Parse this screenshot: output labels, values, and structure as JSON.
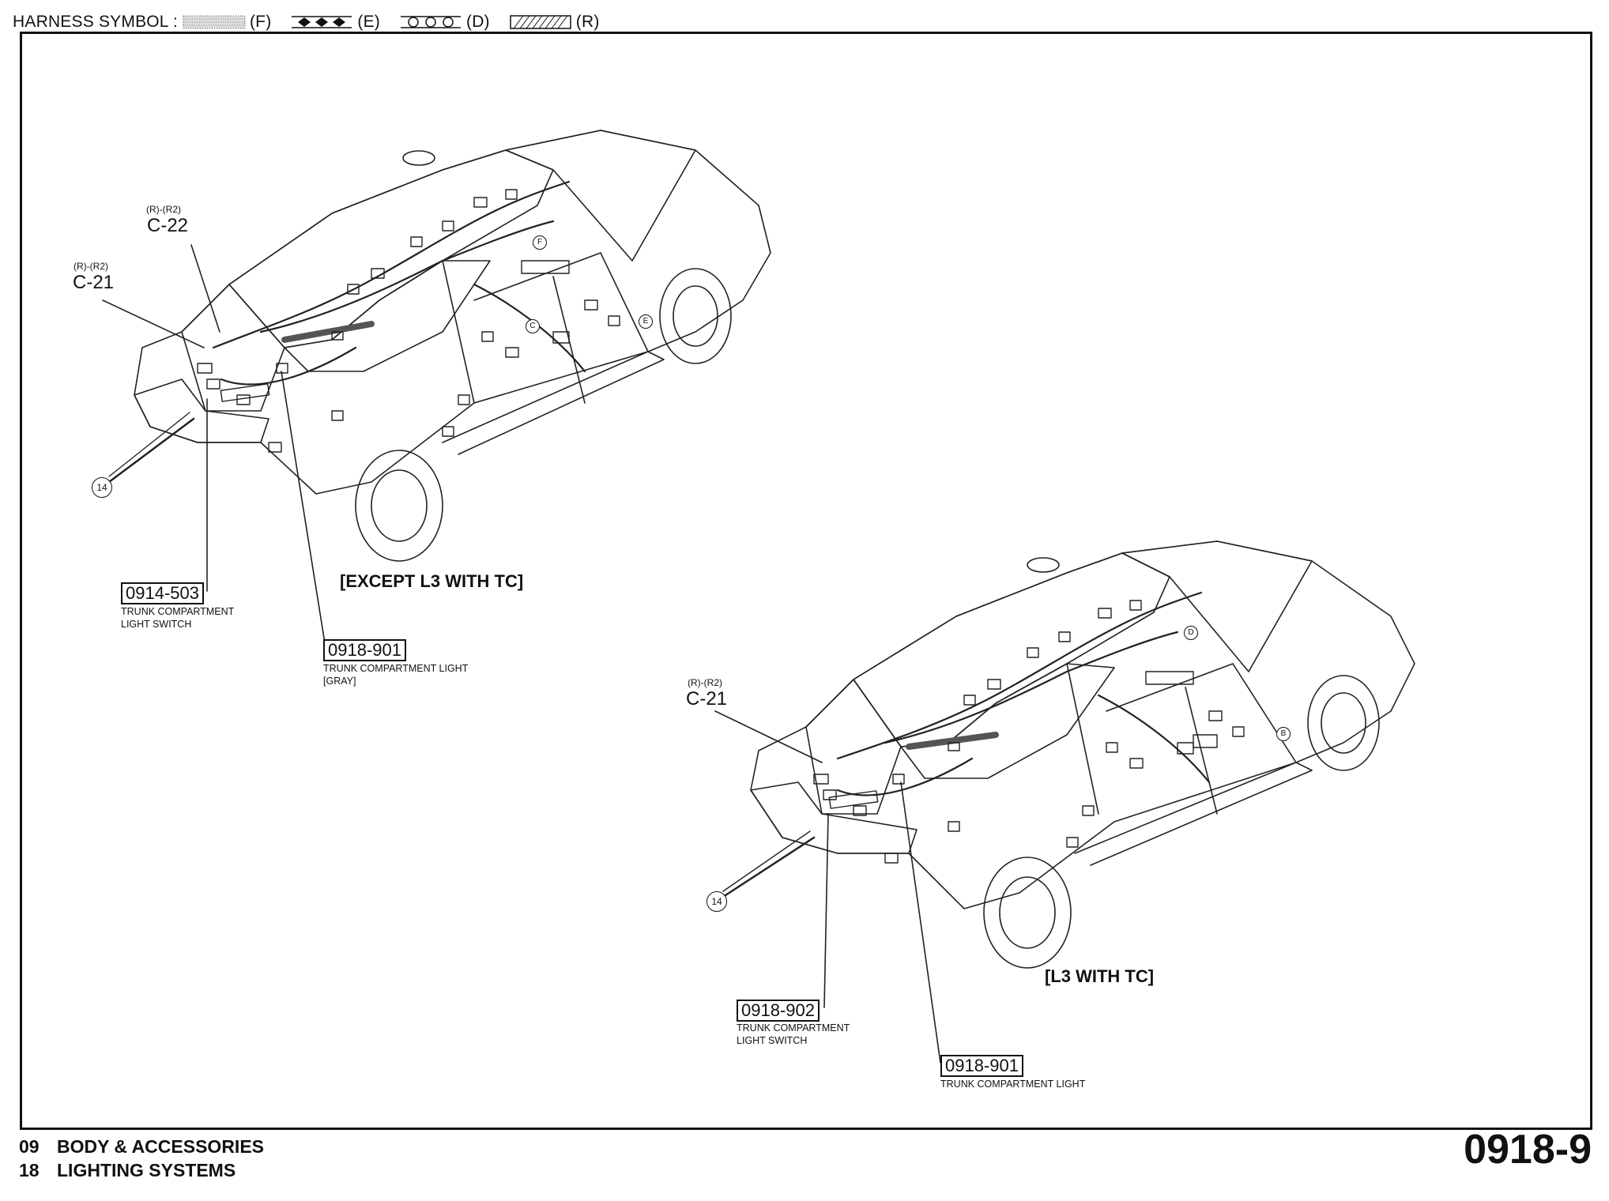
{
  "legend": {
    "title": "HARNESS SYMBOL :",
    "items": [
      {
        "code": "(F)",
        "pattern": "dotted"
      },
      {
        "code": "(E)",
        "pattern": "diamonds"
      },
      {
        "code": "(D)",
        "pattern": "circles"
      },
      {
        "code": "(R)",
        "pattern": "hatched"
      }
    ]
  },
  "top_view": {
    "variant": "[EXCEPT L3 WITH TC]",
    "connectors": [
      {
        "sub": "(R)-(R2)",
        "id": "C-22"
      },
      {
        "sub": "(R)-(R2)",
        "id": "C-21"
      }
    ],
    "ground": "14",
    "markers": [
      "F",
      "E",
      "C"
    ],
    "parts": [
      {
        "code": "0914-503",
        "desc1": "TRUNK COMPARTMENT",
        "desc2": "LIGHT SWITCH"
      },
      {
        "code": "0918-901",
        "desc1": "TRUNK COMPARTMENT LIGHT",
        "desc2": "[GRAY]"
      }
    ]
  },
  "bottom_view": {
    "variant": "[L3 WITH TC]",
    "connectors": [
      {
        "sub": "(R)-(R2)",
        "id": "C-21"
      }
    ],
    "ground": "14",
    "markers": [
      "D",
      "B"
    ],
    "parts": [
      {
        "code": "0918-902",
        "desc1": "TRUNK COMPARTMENT",
        "desc2": "LIGHT SWITCH"
      },
      {
        "code": "0918-901",
        "desc1": "TRUNK COMPARTMENT LIGHT",
        "desc2": ""
      }
    ]
  },
  "footer": {
    "line1_num": "09",
    "line1_text": "BODY & ACCESSORIES",
    "line2_num": "18",
    "line2_text": "LIGHTING SYSTEMS",
    "page": "0918-9"
  }
}
